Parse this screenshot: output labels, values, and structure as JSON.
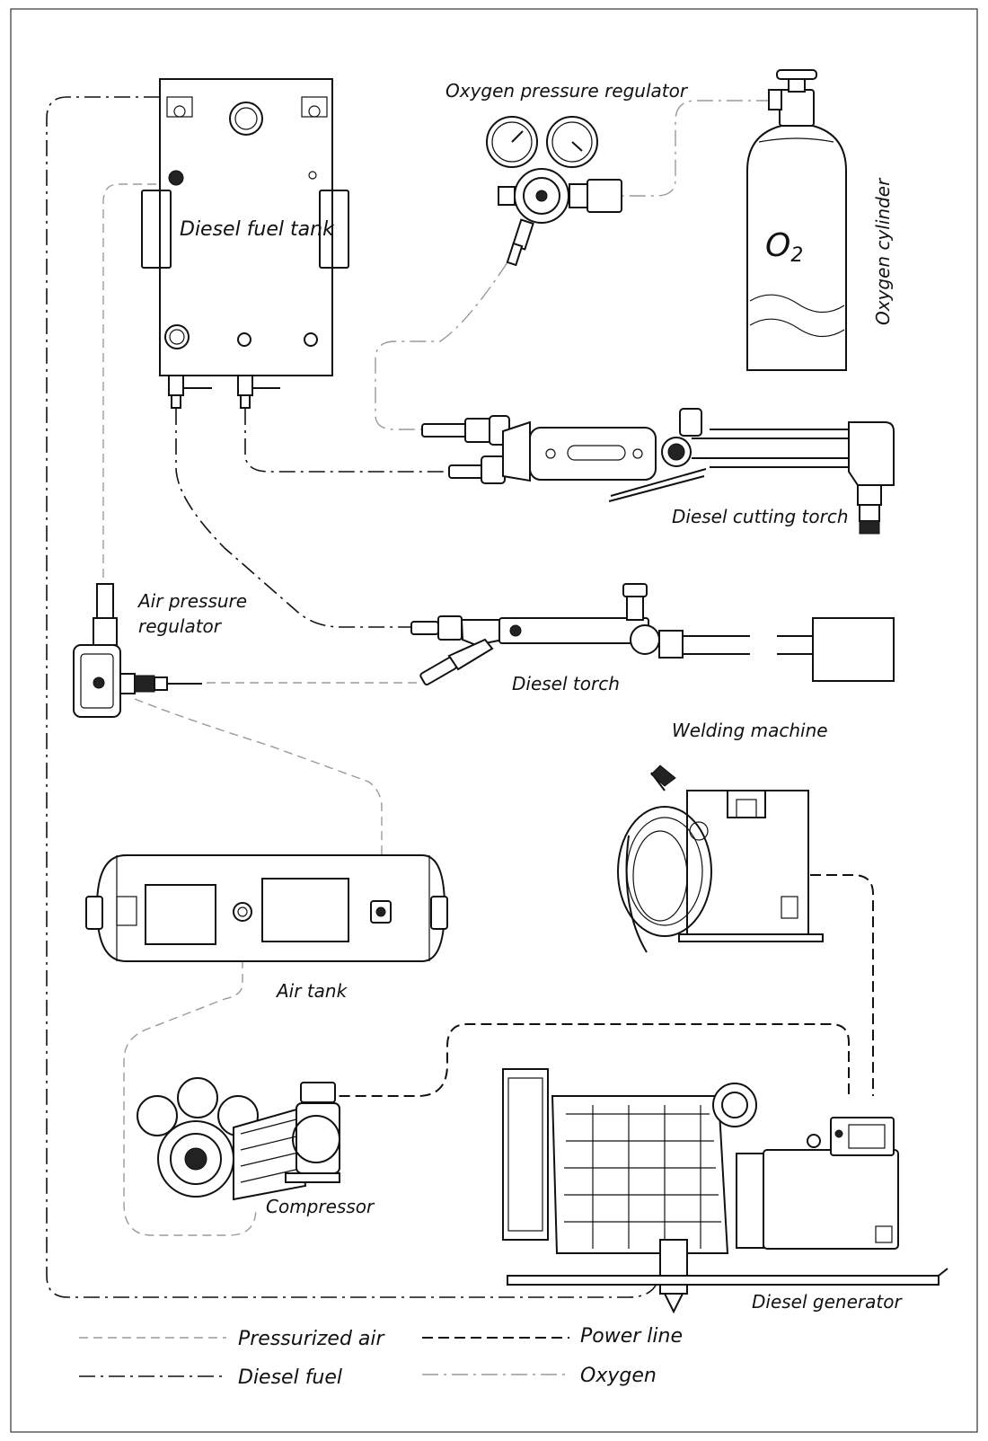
{
  "labels": {
    "diesel_fuel_tank": "Diesel fuel tank",
    "oxygen_pressure_regulator": "Oxygen pressure regulator",
    "oxygen_cylinder": "Oxygen cylinder",
    "o2_main": "O",
    "o2_sub": "2",
    "diesel_cutting_torch": "Diesel cutting torch",
    "air_pressure_regulator_line1": "Air pressure",
    "air_pressure_regulator_line2": "regulator",
    "diesel_torch": "Diesel torch",
    "welding_machine": "Welding machine",
    "air_tank": "Air tank",
    "compressor": "Compressor",
    "diesel_generator": "Diesel generator"
  },
  "legend": [
    {
      "label": "Pressurized air",
      "style": "air"
    },
    {
      "label": "Power line",
      "style": "power"
    },
    {
      "label": "Diesel fuel",
      "style": "fuel"
    },
    {
      "label": "Oxygen",
      "style": "oxygen"
    }
  ],
  "colors": {
    "line": "#111111",
    "light_line": "#9a9a9a",
    "background": "#ffffff"
  }
}
